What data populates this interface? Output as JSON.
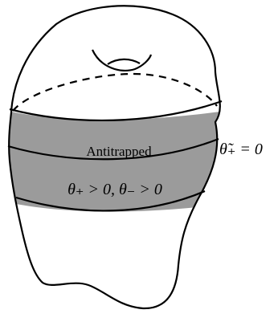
{
  "diagram": {
    "band_label": "Antitrapped",
    "band_condition": "θ₊ > 0, θ₋ > 0",
    "horizon_label": "θ̃₊ = 0",
    "colors": {
      "band_fill": "#9b9b9b",
      "outline": "#000000",
      "background": "#ffffff"
    }
  }
}
